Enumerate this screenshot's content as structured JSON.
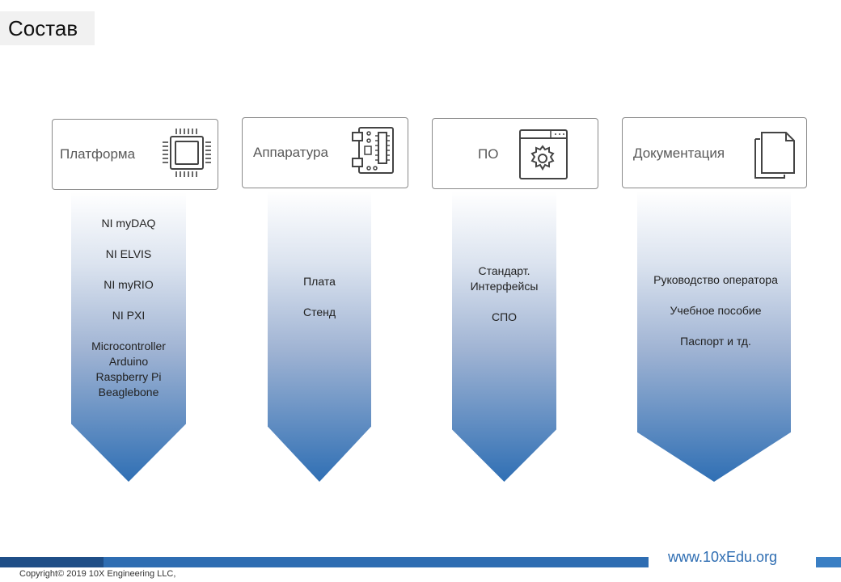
{
  "slide": {
    "title": "Состав"
  },
  "columns": [
    {
      "header": "Платформа",
      "icon": "chip-icon",
      "items": [
        "NI myDAQ",
        "NI ELVIS",
        "NI myRIO",
        "NI PXI",
        "Microcontroller\nArduino\nRaspberry Pi\nBeaglebone"
      ]
    },
    {
      "header": "Аппаратура",
      "icon": "circuit-board-icon",
      "items": [
        "Плата",
        "Стенд"
      ]
    },
    {
      "header": "ПО",
      "icon": "settings-window-icon",
      "items": [
        "Стандарт.\nИнтерфейсы",
        "СПО"
      ]
    },
    {
      "header": "Документация",
      "icon": "documents-icon",
      "items": [
        "Руководство оператора",
        "Учебное пособие",
        "Паспорт и тд."
      ]
    }
  ],
  "footer": {
    "website": "www.10xEdu.org",
    "copyright": "Copyright© 2019 10X Engineering LLC,"
  },
  "colors": {
    "accent_blue": "#2e6db2",
    "dark_blue": "#1f4e87",
    "card_border": "#8a8a8a"
  }
}
